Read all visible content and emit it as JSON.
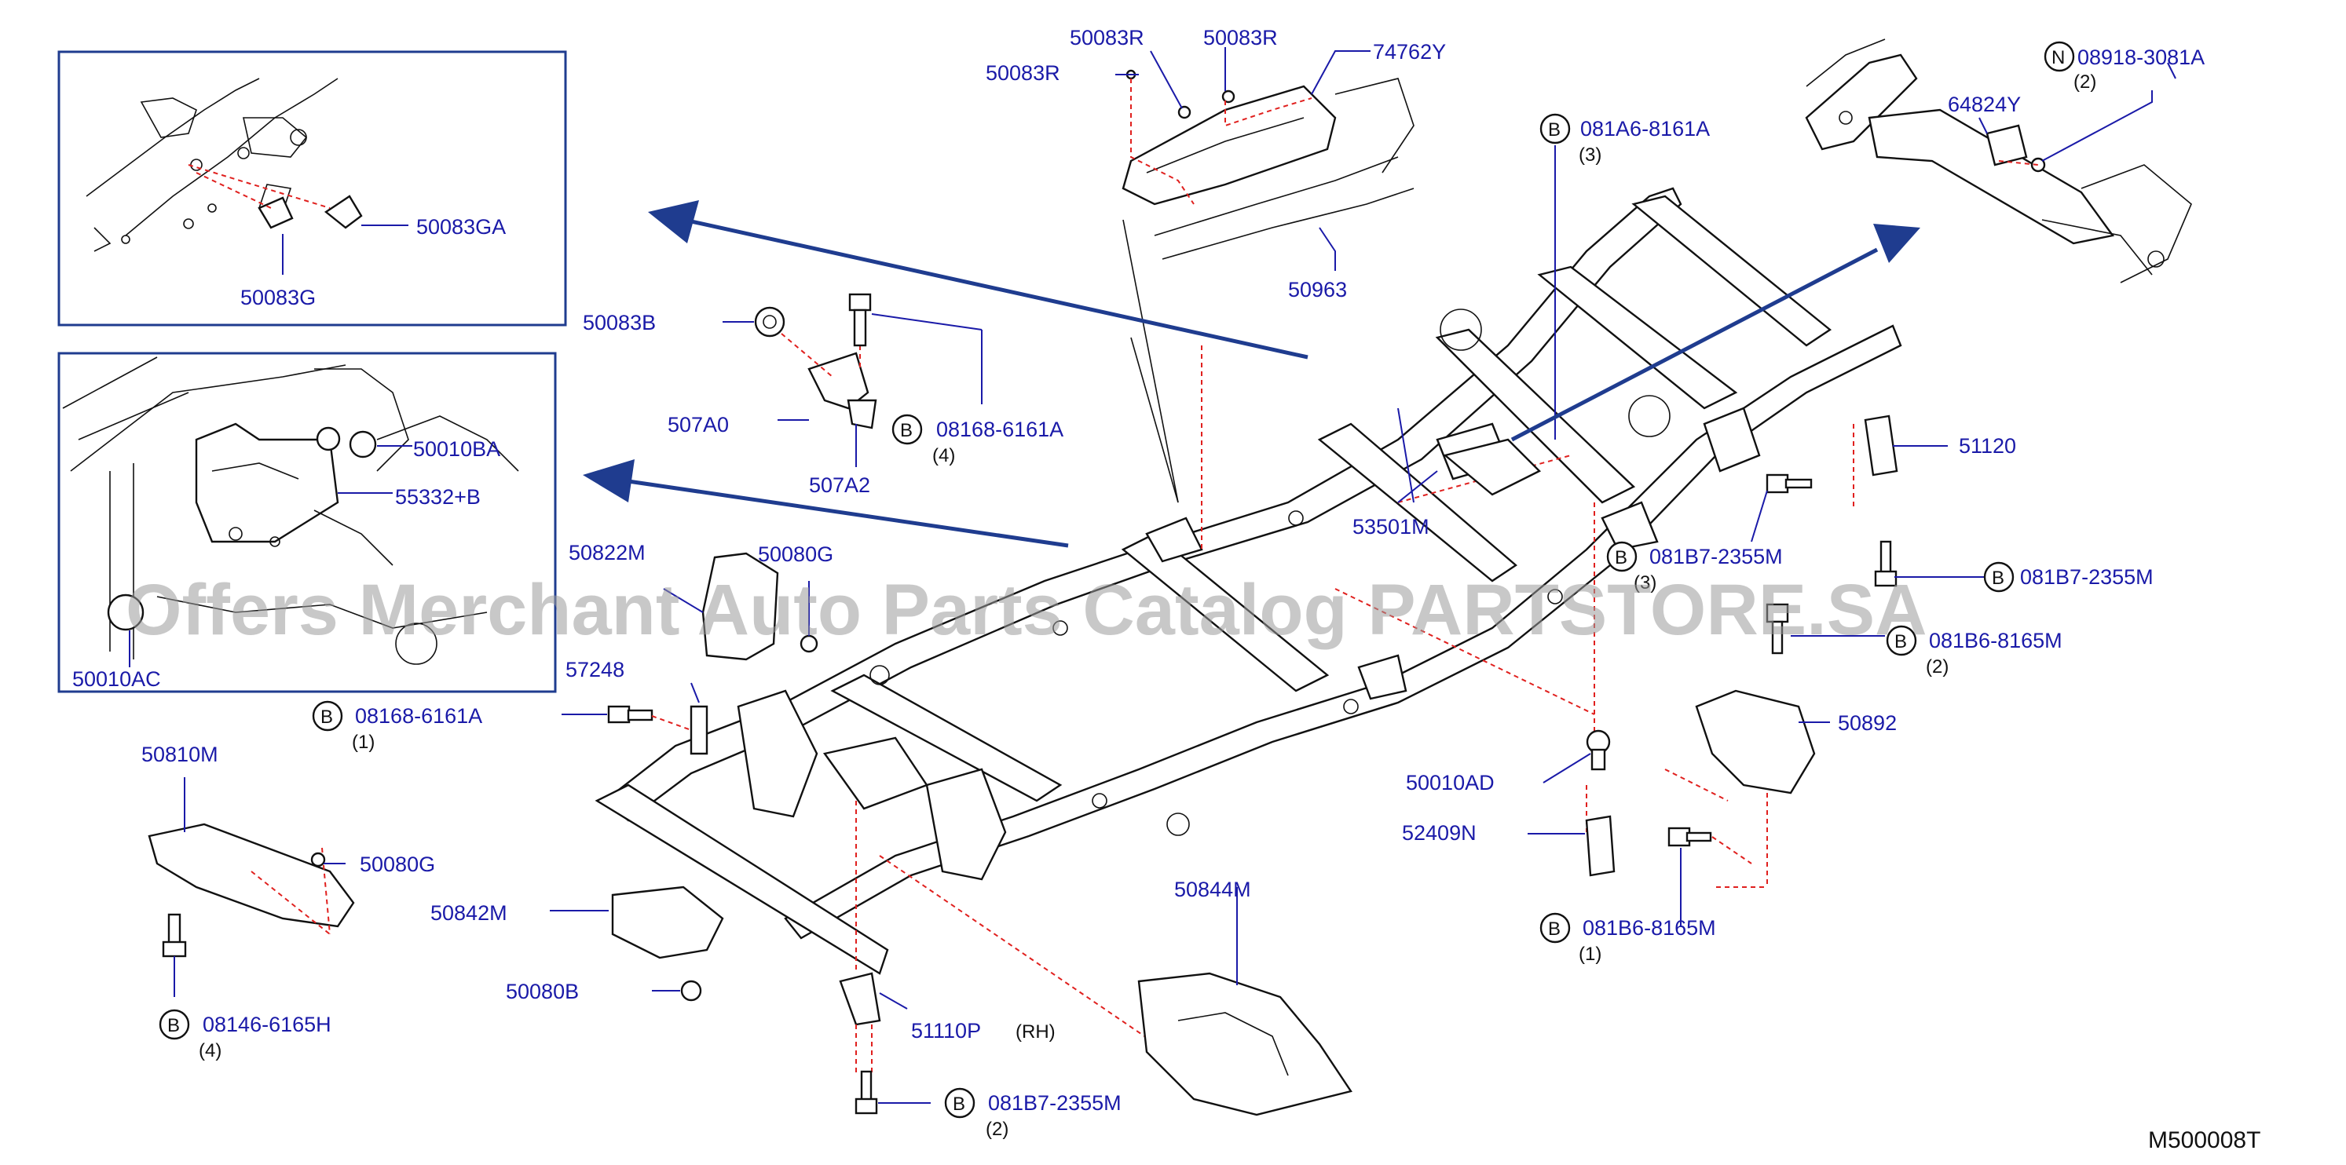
{
  "diagram": {
    "code": "M500008T",
    "watermark": "Offers Merchant Auto Parts Catalog PARTSTORE.SA",
    "bolt_symbols": {
      "B": "B",
      "N": "N"
    },
    "parts": {
      "p50083R_a": "50083R",
      "p50083R_b": "50083R",
      "p50083R_c": "50083R",
      "p74762Y": "74762Y",
      "p50963": "50963",
      "p08918": "08918-3081A",
      "q08918": "(2)",
      "p64824Y": "64824Y",
      "p081A6": "081A6-8161A",
      "q081A6": "(3)",
      "p50083GA": "50083GA",
      "p50083G": "50083G",
      "p50083B": "50083B",
      "p507A0": "507A0",
      "p507A2": "507A2",
      "p08168a": "08168-6161A",
      "q08168a": "(4)",
      "p50010BA": "50010BA",
      "p55332B": "55332+B",
      "p50010AC": "50010AC",
      "p50822M": "50822M",
      "p50080G_top": "50080G",
      "p57248": "57248",
      "p08168b": "08168-6161A",
      "q08168b": "(1)",
      "p53501M": "53501M",
      "p51120": "51120",
      "p081B7a": "081B7-2355M",
      "q081B7a": "(3)",
      "p081B7b": "081B7-2355M",
      "p081B6a": "081B6-8165M",
      "q081B6a": "(2)",
      "p50892": "50892",
      "p50010AD": "50010AD",
      "p52409N": "52409N",
      "p081B6b": "081B6-8165M",
      "q081B6b": "(1)",
      "p50810M": "50810M",
      "p50080G_bot": "50080G",
      "p50842M": "50842M",
      "p50080B": "50080B",
      "p08146": "08146-6165H",
      "q08146": "(4)",
      "p50844M": "50844M",
      "p51110P": "51110P",
      "rh": "(RH)",
      "p081B7c": "081B7-2355M",
      "q081B7c": "(2)"
    }
  }
}
